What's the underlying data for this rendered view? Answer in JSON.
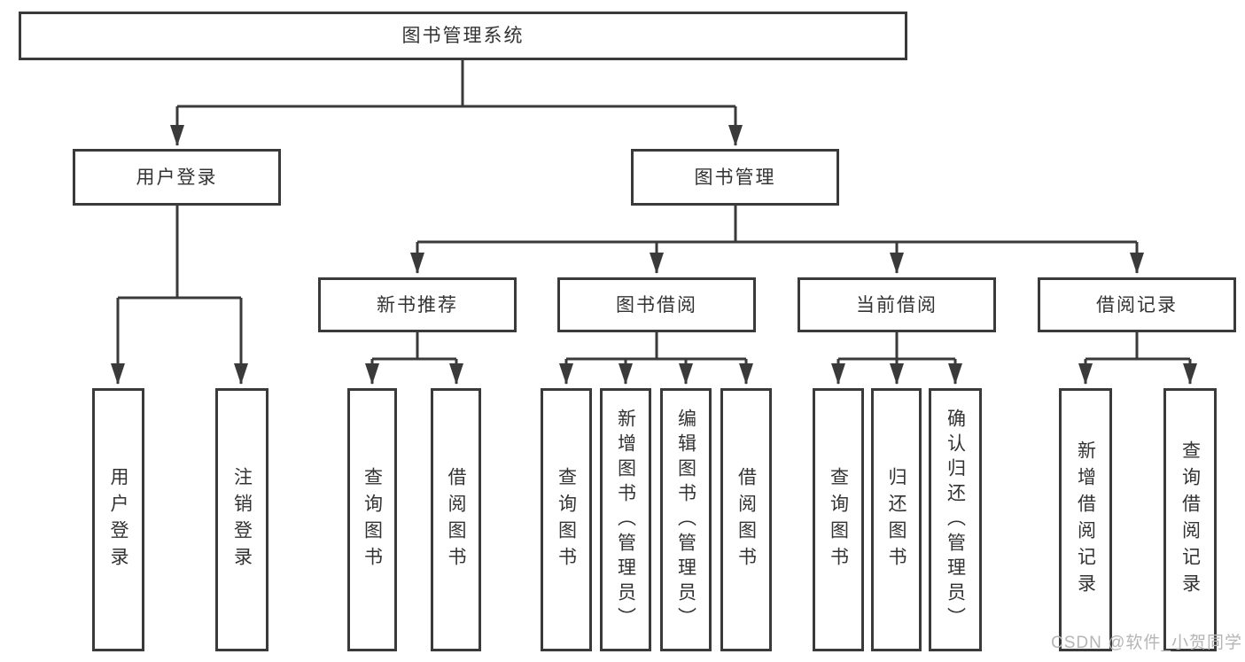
{
  "diagram": {
    "title": "图书管理系统",
    "nodes": {
      "root": "图书管理系统",
      "user_login_group": "用户登录",
      "book_mgmt": "图书管理",
      "new_book_rec": "新书推荐",
      "book_borrow": "图书借阅",
      "current_borrow": "当前借阅",
      "borrow_records": "借阅记录",
      "leaf_user_login": "用户登录",
      "leaf_logout": "注销登录",
      "leaf_nb_query": "查询图书",
      "leaf_nb_borrow": "借阅图书",
      "leaf_bb_query": "查询图书",
      "leaf_bb_add": "新增图书（管理员）",
      "leaf_bb_edit": "编辑图书（管理员）",
      "leaf_bb_borrow": "借阅图书",
      "leaf_cb_query": "查询图书",
      "leaf_cb_return": "归还图书",
      "leaf_cb_confirm": "确认归还（管理员）",
      "leaf_br_add": "新增借阅记录",
      "leaf_br_query": "查询借阅记录"
    },
    "colors": {
      "line": "#3a3a3a",
      "text": "#333333",
      "watermark": "#b5b5b5",
      "background": "#ffffff"
    }
  },
  "watermark": "CSDN @软件_小贺同学"
}
